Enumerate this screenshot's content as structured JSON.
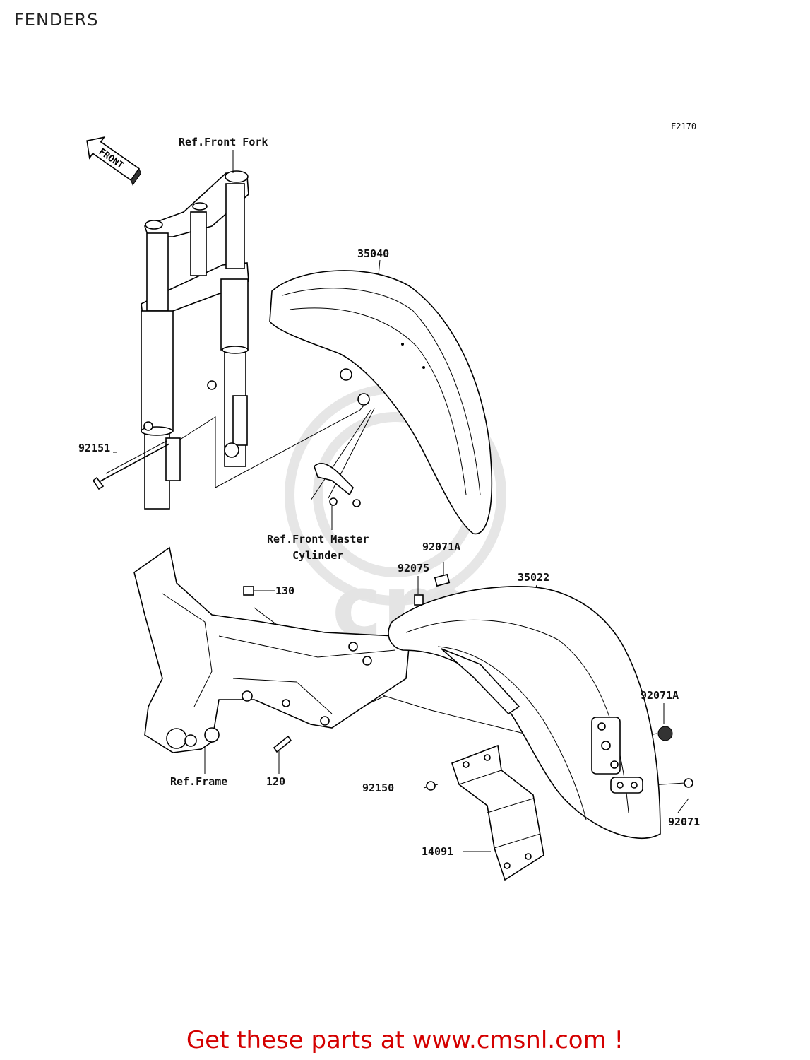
{
  "title": "FENDERS",
  "figure_code": "F2170",
  "front_arrow": "FRONT",
  "labels": {
    "ref_front_fork": "Ref.Front Fork",
    "ref_front_master": "Ref.Front Master\nCylinder",
    "ref_frame": "Ref.Frame",
    "p35040": "35040",
    "p92151": "92151",
    "p92071A_top": "92071A",
    "p92075": "92075",
    "p35022": "35022",
    "p130": "130",
    "p92071A_right": "92071A",
    "p120": "120",
    "p92150": "92150",
    "p92071": "92071",
    "p14091": "14091"
  },
  "promo": "Get these parts at www.cmsnl.com !",
  "watermark": "cms"
}
